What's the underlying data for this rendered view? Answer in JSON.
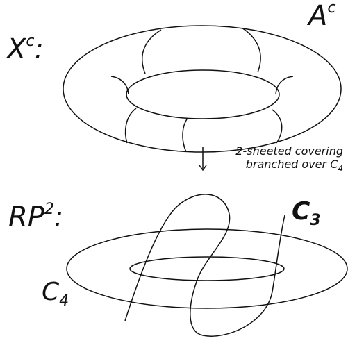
{
  "labels": {
    "xc": {
      "base": "X",
      "sup": "c",
      "suffix": ":"
    },
    "ac": {
      "base": "A",
      "sup": "c"
    },
    "covering": {
      "line1": "2-sheeted covering",
      "line2": "branched over C",
      "line2_sub": "4"
    },
    "rp2": {
      "base": "RP",
      "sup": "2",
      "suffix": ":"
    },
    "c3": {
      "base": "C",
      "sub": "3"
    },
    "c4": {
      "base": "C",
      "sub": "4"
    }
  },
  "colors": {
    "stroke": "#111111",
    "background": "#ffffff"
  }
}
